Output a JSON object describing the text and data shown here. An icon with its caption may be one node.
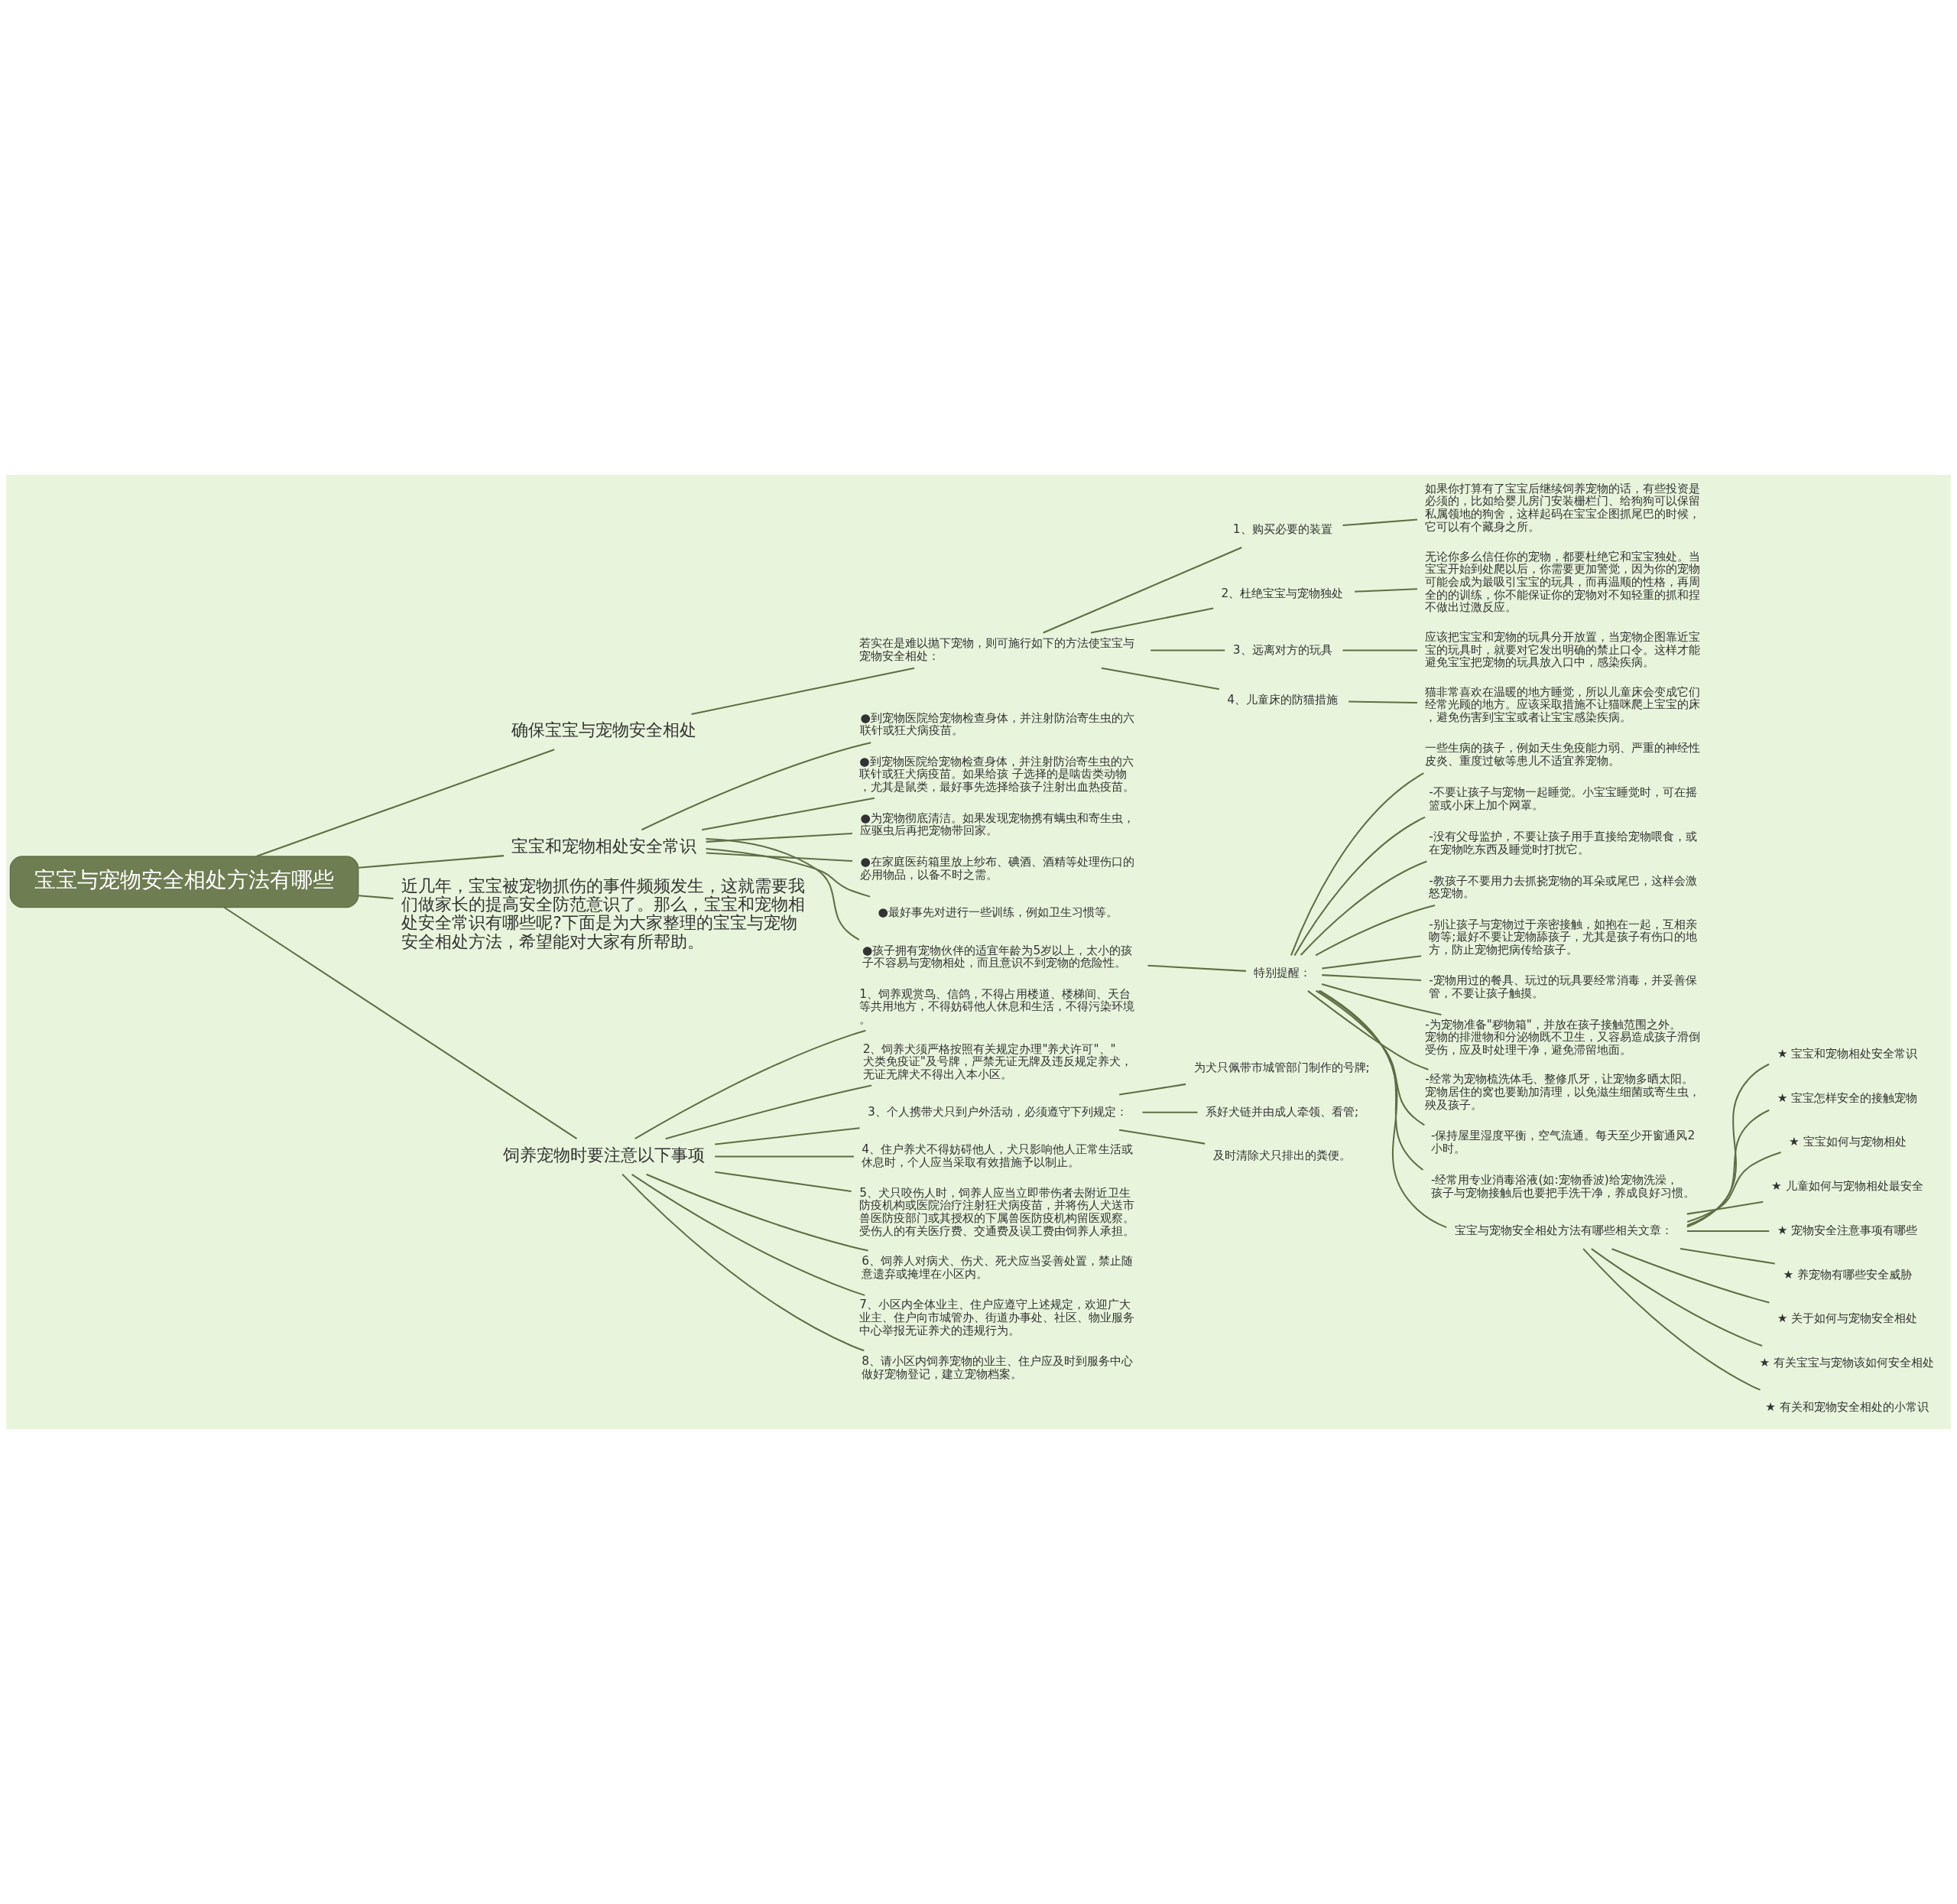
{
  "diagram": {
    "nodes": [
      {
        "text": [
          "宝宝与宠物安全相处方法有哪些"
        ]
      },
      {
        "text": [
          "确保宝宝与宠物安全相处"
        ]
      },
      {
        "text": [
          "若实在是难以抛下宠物，则可施行如下的方法使宝宝与宠物安全相处："
        ]
      },
      {
        "text": [
          "1、购买必要的装置"
        ]
      },
      {
        "text": [
          "如果你打算有了宝宝后继续饲养宠物的话，有些投资是必须的，比如给婴儿房门安装栅栏门、给狗狗可以保留私属领地的狗舍，这样起码在宝宝企图抓尾巴的时候，它可以有个藏身之所。"
        ]
      },
      {
        "text": [
          "2、杜绝宝宝与宠物独处"
        ]
      },
      {
        "text": [
          "无论你多么信任你的宠物，都要杜绝它和宝宝独处。当宝宝开始到处爬以后，你需要更加警觉，因为你的宠物可能会成为最吸引宝宝的玩具，而再温顺的性格，再周全的的训练，你不能保证你的宠物对不知轻重的抓和捏不做出过激反应。"
        ]
      },
      {
        "text": [
          "3、远离对方的玩具"
        ]
      },
      {
        "text": [
          "应该把宝宝和宠物的玩具分开放置，当宠物企图靠近宝宝的玩具时，就要对它发出明确的禁止口令。这样才能避免宝宝把宠物的玩具放入口中，感染疾病。"
        ]
      },
      {
        "text": [
          "4、儿童床的防猫措施"
        ]
      },
      {
        "text": [
          "猫非常喜欢在温暖的地方睡觉，所以儿童床会变成它们经常光顾的地方。应该采取措施不让猫咪爬上宝宝的床，避免伤害到宝宝或者让宝宝感染疾病。"
        ]
      },
      {
        "text": [
          "宝宝和宠物相处安全常识"
        ]
      },
      {
        "text": [
          "●到宠物医院给宠物检查身体，并注射防治寄生虫的六联针或狂犬病疫苗。"
        ]
      },
      {
        "text": [
          "●到宠物医院给宠物检查身体，并注射防治寄生虫的六联针或狂犬病疫苗。如果给孩 子选择的是啮齿类动物，尤其是鼠类，最好事先选择给孩子注射出血热疫苗。"
        ]
      },
      {
        "text": [
          "●为宠物彻底清洁。如果发现宠物携有螨虫和寄生虫，应驱虫后再把宠物带回家。"
        ]
      },
      {
        "text": [
          "●在家庭医药箱里放上纱布、碘酒、酒精等处理伤口的必用物品，以备不时之需。"
        ]
      },
      {
        "text": [
          "●最好事先对进行一些训练，例如卫生习惯等。"
        ]
      },
      {
        "text": [
          "●孩子拥有宠物伙伴的适宜年龄为5岁以上，太小的孩子不容易与宠物相处，而且意识不到宠物的危险性。"
        ]
      },
      {
        "text": [
          "特别提醒："
        ]
      },
      {
        "text": [
          "一些生病的孩子，例如天生免疫能力弱、严重的神经性皮炎、重度过敏等患儿不适宜养宠物。"
        ]
      },
      {
        "text": [
          "-不要让孩子与宠物一起睡觉。小宝宝睡觉时，可在摇篮或小床上加个网罩。"
        ]
      },
      {
        "text": [
          "-没有父母监护，不要让孩子用手直接给宠物喂食，或在宠物吃东西及睡觉时打扰它。"
        ]
      },
      {
        "text": [
          "-教孩子不要用力去抓挠宠物的耳朵或尾巴，这样会激怒宠物。"
        ]
      },
      {
        "text": [
          "-别让孩子与宠物过于亲密接触，如抱在一起，互相亲吻等;最好不要让宠物舔孩子，尤其是孩子有伤口的地方，防止宠物把病传给孩子。"
        ]
      },
      {
        "text": [
          "-宠物用过的餐具、玩过的玩具要经常消毒，并妥善保管，不要让孩子触摸。"
        ]
      },
      {
        "text": [
          "-为宠物准备\"秽物箱\"，并放在孩子接触范围之外。宠物的排泄物和分泌物既不卫生，又容易造成孩子滑倒受伤，应及时处理干净，避免滞留地面。"
        ]
      },
      {
        "text": [
          "-经常为宠物梳洗体毛、整修爪牙，让宠物多晒太阳。宠物居住的窝也要勤加清理，以免滋生细菌或寄生虫，殃及孩子。"
        ]
      },
      {
        "text": [
          "-保持屋里湿度平衡，空气流通。每天至少开窗通风2小时。"
        ]
      },
      {
        "text": [
          "-经常用专业消毒浴液(如:宠物香波)给宠物洗澡，孩子与宠物接触后也要把手洗干净，养成良好习惯。"
        ]
      },
      {
        "text": [
          "宝宝与宠物安全相处方法有哪些相关文章："
        ]
      },
      {
        "text": [
          "★ 宝宝和宠物相处安全常识"
        ]
      },
      {
        "text": [
          "★ 宝宝怎样安全的接触宠物"
        ]
      },
      {
        "text": [
          "★ 宝宝如何与宠物相处"
        ]
      },
      {
        "text": [
          "★ 儿童如何与宠物相处最安全"
        ]
      },
      {
        "text": [
          "★ 宠物安全注意事项有哪些"
        ]
      },
      {
        "text": [
          "★ 养宠物有哪些安全威胁"
        ]
      },
      {
        "text": [
          "★ 关于如何与宠物安全相处"
        ]
      },
      {
        "text": [
          "★ 有关宝宝与宠物该如何安全相处"
        ]
      },
      {
        "text": [
          "★ 有关和宠物安全相处的小常识"
        ]
      },
      {
        "text": [
          "近几年，宝宝被宠物抓伤的事件频频发生，这就需要我们做家长的提高安全防范意识了。那么，宝宝和宠物相处安全常识有哪些呢?下面是为大家整理的宝宝与宠物安全相处方法，希望能对大家有所帮助。"
        ]
      },
      {
        "text": [
          "饲养宠物时要注意以下事项"
        ]
      },
      {
        "text": [
          "1、饲养观赏鸟、信鸽，不得占用楼道、楼梯间、天台等共用地方，不得妨碍他人休息和生活，不得污染环境。"
        ]
      },
      {
        "text": [
          "2、饲养犬须严格按照有关规定办理\"养犬许可\"、\"犬类免疫证\"及号牌，严禁无证无牌及违反规定养犬，无证无牌犬不得出入本小区。"
        ]
      },
      {
        "text": [
          "3、个人携带犬只到户外活动，必须遵守下列规定："
        ]
      },
      {
        "text": [
          "为犬只佩带市城管部门制作的号牌;"
        ]
      },
      {
        "text": [
          "系好犬链并由成人牵领、看管;"
        ]
      },
      {
        "text": [
          "及时清除犬只排出的粪便。"
        ]
      },
      {
        "text": [
          "4、住户养犬不得妨碍他人，犬只影响他人正常生活或休息时，个人应当采取有效措施予以制止。"
        ]
      },
      {
        "text": [
          "5、犬只咬伤人时，饲养人应当立即带伤者去附近卫生防疫机构或医院治疗注射狂犬病疫苗，并将伤人犬送市兽医防疫部门或其授权的下属兽医防疫机构留医观察。受伤人的有关医疗费、交通费及误工费由饲养人承担。"
        ]
      },
      {
        "text": [
          "6、饲养人对病犬、伤犬、死犬应当妥善处置，禁止随意遗弃或掩埋在小区内。"
        ]
      },
      {
        "text": [
          "7、小区内全体业主、住户应遵守上述规定，欢迎广大业主、住户向市城管办、街道办事处、社区、物业服务中心举报无证养犬的违规行为。"
        ]
      },
      {
        "text": [
          "8、请小区内饲养宠物的业主、住户应及时到服务中心做好宠物登记，建立宠物档案。"
        ]
      }
    ],
    "edges": [
      {
        "from": 0,
        "to": 1,
        "arrow": "none"
      },
      {
        "from": 1,
        "to": 2,
        "arrow": "none"
      },
      {
        "from": 2,
        "to": 3,
        "arrow": "none"
      },
      {
        "from": 3,
        "to": 4,
        "arrow": "none"
      },
      {
        "from": 2,
        "to": 5,
        "arrow": "none"
      },
      {
        "from": 5,
        "to": 6,
        "arrow": "none"
      },
      {
        "from": 2,
        "to": 7,
        "arrow": "none"
      },
      {
        "from": 7,
        "to": 8,
        "arrow": "none"
      },
      {
        "from": 2,
        "to": 9,
        "arrow": "none"
      },
      {
        "from": 9,
        "to": 10,
        "arrow": "none"
      },
      {
        "from": 0,
        "to": 11,
        "arrow": "none"
      },
      {
        "from": 11,
        "to": 12,
        "arrow": "none"
      },
      {
        "from": 11,
        "to": 13,
        "arrow": "none"
      },
      {
        "from": 11,
        "to": 14,
        "arrow": "none"
      },
      {
        "from": 11,
        "to": 15,
        "arrow": "none"
      },
      {
        "from": 11,
        "to": 16,
        "arrow": "none"
      },
      {
        "from": 11,
        "to": 17,
        "arrow": "none"
      },
      {
        "from": 17,
        "to": 18,
        "arrow": "none"
      },
      {
        "from": 18,
        "to": 19,
        "arrow": "none"
      },
      {
        "from": 18,
        "to": 20,
        "arrow": "none"
      },
      {
        "from": 18,
        "to": 21,
        "arrow": "none"
      },
      {
        "from": 18,
        "to": 22,
        "arrow": "none"
      },
      {
        "from": 18,
        "to": 23,
        "arrow": "none"
      },
      {
        "from": 18,
        "to": 24,
        "arrow": "none"
      },
      {
        "from": 18,
        "to": 25,
        "arrow": "none"
      },
      {
        "from": 18,
        "to": 26,
        "arrow": "none"
      },
      {
        "from": 18,
        "to": 27,
        "arrow": "none"
      },
      {
        "from": 18,
        "to": 28,
        "arrow": "none"
      },
      {
        "from": 18,
        "to": 29,
        "arrow": "none"
      },
      {
        "from": 29,
        "to": 30,
        "arrow": "none"
      },
      {
        "from": 29,
        "to": 31,
        "arrow": "none"
      },
      {
        "from": 29,
        "to": 32,
        "arrow": "none"
      },
      {
        "from": 29,
        "to": 33,
        "arrow": "none"
      },
      {
        "from": 29,
        "to": 34,
        "arrow": "none"
      },
      {
        "from": 29,
        "to": 35,
        "arrow": "none"
      },
      {
        "from": 29,
        "to": 36,
        "arrow": "none"
      },
      {
        "from": 29,
        "to": 37,
        "arrow": "none"
      },
      {
        "from": 29,
        "to": 38,
        "arrow": "none"
      },
      {
        "from": 0,
        "to": 39,
        "arrow": "none"
      },
      {
        "from": 0,
        "to": 40,
        "arrow": "none"
      },
      {
        "from": 40,
        "to": 41,
        "arrow": "none"
      },
      {
        "from": 40,
        "to": 42,
        "arrow": "none"
      },
      {
        "from": 40,
        "to": 43,
        "arrow": "none"
      },
      {
        "from": 43,
        "to": 44,
        "arrow": "none"
      },
      {
        "from": 43,
        "to": 45,
        "arrow": "none"
      },
      {
        "from": 43,
        "to": 46,
        "arrow": "none"
      },
      {
        "from": 40,
        "to": 47,
        "arrow": "none"
      },
      {
        "from": 40,
        "to": 48,
        "arrow": "none"
      },
      {
        "from": 40,
        "to": 49,
        "arrow": "none"
      },
      {
        "from": 40,
        "to": 50,
        "arrow": "none"
      },
      {
        "from": 40,
        "to": 51,
        "arrow": "none"
      }
    ]
  }
}
